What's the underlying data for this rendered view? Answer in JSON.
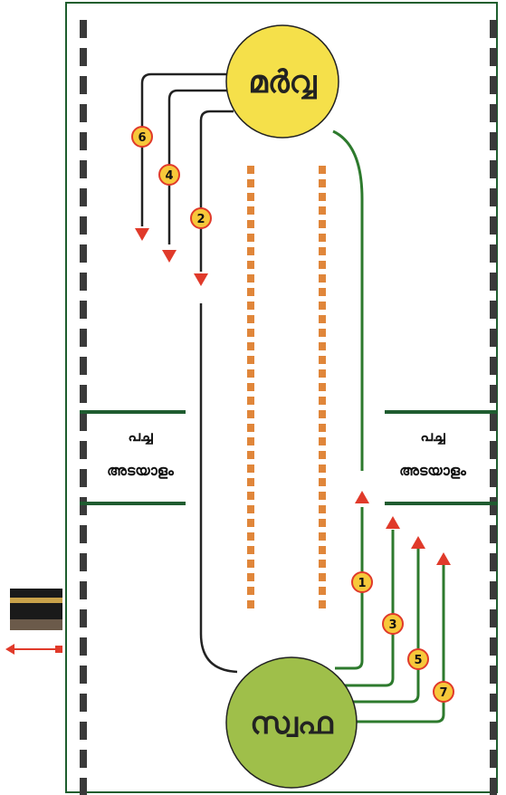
{
  "hills": {
    "marwa": {
      "label": "മർവ്വ",
      "color": "#f5e04a"
    },
    "safa": {
      "label": "സ്വഫ",
      "color": "#9fbf4a"
    }
  },
  "green_zone": {
    "left_line1": "പച്ച",
    "left_line2": "അടയാളം",
    "right_line1": "പച്ച",
    "right_line2": "അടയാളം"
  },
  "laps": {
    "safa_to_marwa": [
      "1",
      "3",
      "5",
      "7"
    ],
    "marwa_to_safa": [
      "2",
      "4",
      "6"
    ]
  },
  "colors": {
    "border_green": "#1e5e2e",
    "marker_green": "#1f5c30",
    "path_green": "#2d7a2d",
    "arrow_red": "#e03a2a",
    "dash_dark": "#3a3a3a",
    "dots_orange": "#e0863a",
    "circle_yellow": "#f7c83a"
  },
  "icons": {
    "kaaba": "kaaba-icon",
    "direction_arrow": "double-arrow-icon"
  }
}
